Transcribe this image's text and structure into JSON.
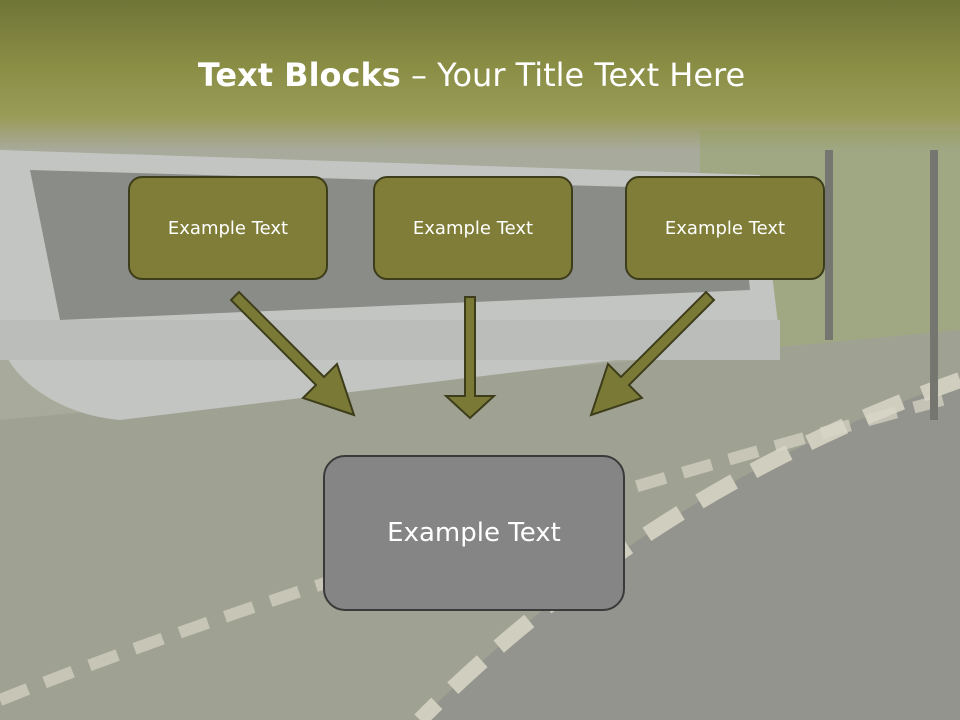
{
  "slide": {
    "title_bold": "Text Blocks",
    "title_sep": " – ",
    "title_rest": "Your Title Text Here"
  },
  "boxes": {
    "top": [
      "Example Text",
      "Example Text",
      "Example Text"
    ],
    "bottom": "Example Text"
  },
  "colors": {
    "title_band": "#8a8e45",
    "box_fill": "#7f7d37",
    "box_border": "#3e3d1b",
    "bottom_box_fill": "#858585",
    "arrow_fill": "#7a7a36"
  },
  "background": {
    "image": "tram-on-grass-track-photo"
  }
}
